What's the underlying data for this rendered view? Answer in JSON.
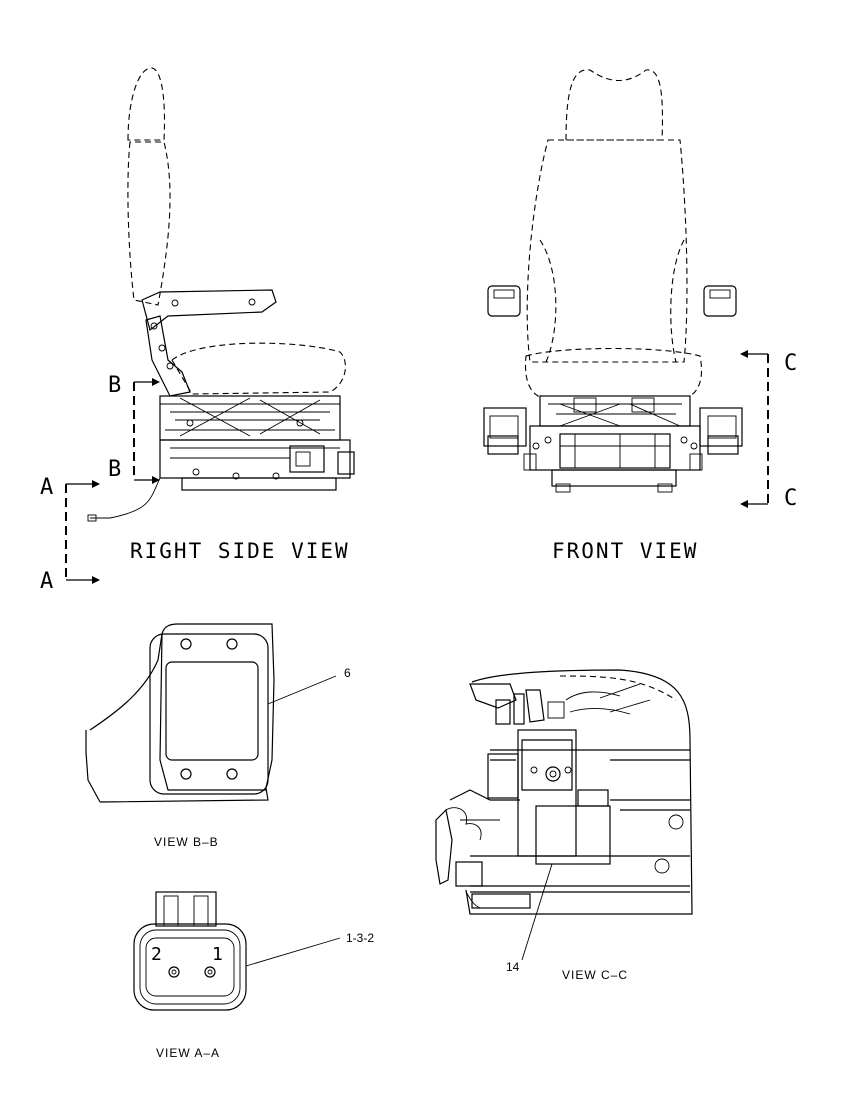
{
  "views": {
    "right_side": "RIGHT SIDE VIEW",
    "front": "FRONT VIEW",
    "b_b": "VIEW B–B",
    "c_c": "VIEW C–C",
    "a_a": "VIEW A–A"
  },
  "section_marks": {
    "a_top": "A",
    "a_bottom": "A",
    "b_top": "B",
    "b_bottom": "B",
    "c_top": "C",
    "c_bottom": "C"
  },
  "callouts": {
    "part_6": "6",
    "part_14": "14",
    "part_1_3_2": "1-3-2"
  },
  "connector_pins": {
    "pin_2": "2",
    "pin_1": "1"
  }
}
